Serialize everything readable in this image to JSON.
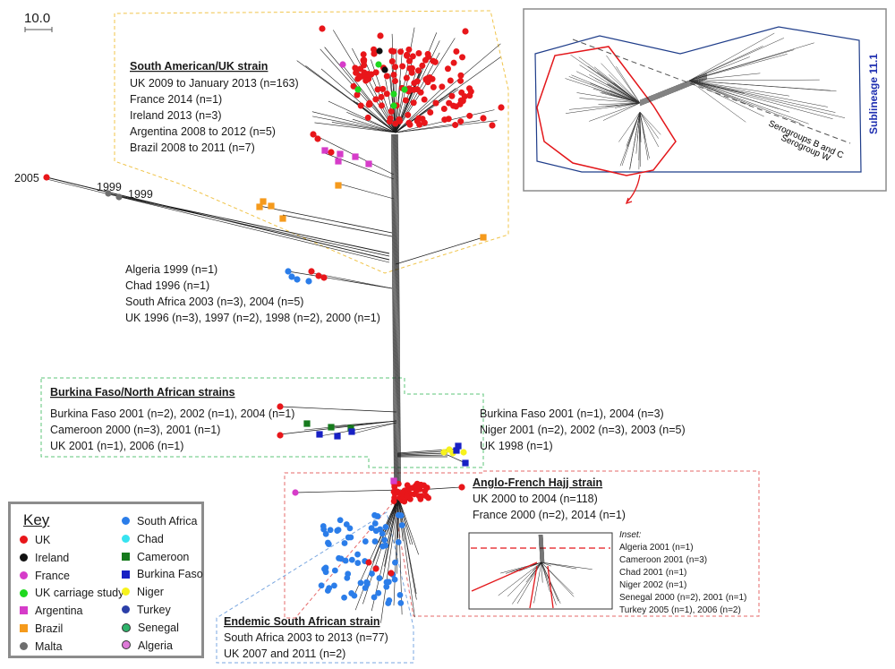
{
  "scale_bar": {
    "label": "10.0"
  },
  "labels": {
    "year_2005": "2005",
    "year_1999a": "1999",
    "year_1999b": "1999"
  },
  "clusters": {
    "south_american_uk": {
      "title": "South American/UK strain",
      "lines": [
        "UK 2009 to January 2013 (n=163)",
        "France 2014 (n=1)",
        "Ireland 2013 (n=3)",
        "Argentina 2008 to 2012 (n=5)",
        "Brazil 2008 to 2011 (n=7)"
      ]
    },
    "early_group": {
      "lines": [
        "Algeria 1999 (n=1)",
        "Chad 1996 (n=1)",
        "South Africa 2003 (n=3), 2004 (n=5)",
        "UK 1996 (n=3), 1997 (n=2), 1998 (n=2), 2000 (n=1)"
      ]
    },
    "burkina_north_african": {
      "title": "Burkina Faso/North African strains",
      "lines": [
        "Burkina Faso 2001 (n=2), 2002 (n=1), 2004 (n=1)",
        "Cameroon 2000 (n=3), 2001 (n=1)",
        "UK 2001 (n=1), 2006 (n=1)"
      ],
      "right_lines": [
        "Burkina Faso 2001 (n=1), 2004 (n=3)",
        "Niger 2001 (n=2), 2002 (n=3), 2003 (n=5)",
        "UK 1998 (n=1)"
      ]
    },
    "anglo_french_hajj": {
      "title": "Anglo-French Hajj strain",
      "lines": [
        "UK 2000 to 2004 (n=118)",
        "France 2000 (n=2), 2014 (n=1)"
      ]
    },
    "endemic_south_african": {
      "title": "Endemic South African strain",
      "lines": [
        "South Africa 2003 to 2013 (n=77)",
        "UK 2007 and 2011 (n=2)"
      ]
    }
  },
  "hajj_inset": {
    "title": "Inset:",
    "lines": [
      "Algeria 2001 (n=1)",
      "Cameroon 2001 (n=3)",
      "Chad 2001 (n=1)",
      "Niger 2002 (n=1)",
      "Senegal 2000 (n=2), 2001 (n=1)",
      "Turkey 2005 (n=1), 2006 (n=2)"
    ]
  },
  "top_inset": {
    "sublineage_label": "Sublineage 11.1",
    "serogroup_bc": "Serogroups B and C",
    "serogroup_w": "Serogroup W"
  },
  "key": {
    "title": "Key",
    "left": [
      {
        "label": "UK",
        "color": "#e8161a",
        "shape": "circle"
      },
      {
        "label": "Ireland",
        "color": "#111111",
        "shape": "circle"
      },
      {
        "label": "France",
        "color": "#d63cc9",
        "shape": "circle"
      },
      {
        "label": "UK carriage study",
        "color": "#1ed81e",
        "shape": "circle"
      },
      {
        "label": "Argentina",
        "color": "#d63cc9",
        "shape": "square"
      },
      {
        "label": "Brazil",
        "color": "#f59a1c",
        "shape": "square"
      },
      {
        "label": "Malta",
        "color": "#6e6e6e",
        "shape": "circle"
      }
    ],
    "right": [
      {
        "label": "South Africa",
        "color": "#2b7de9",
        "shape": "circle"
      },
      {
        "label": "Chad",
        "color": "#37e3f0",
        "shape": "circle"
      },
      {
        "label": "Cameroon",
        "color": "#167a1d",
        "shape": "square"
      },
      {
        "label": "Burkina Faso",
        "color": "#1720c4",
        "shape": "square"
      },
      {
        "label": "Niger",
        "color": "#f7f21c",
        "shape": "circle"
      },
      {
        "label": "Turkey",
        "color": "#2b3fa8",
        "shape": "circle"
      },
      {
        "label": "Senegal",
        "color": "#2fb36b",
        "shape": "circle"
      },
      {
        "label": "Algeria",
        "color": "#de7ad8",
        "shape": "circle"
      }
    ]
  },
  "colors": {
    "south_american_box": "#f0c44a",
    "burkina_box": "#5cc47a",
    "hajj_box": "#e66a6a",
    "endemic_box": "#7aa7e0",
    "inset_frame": "#8c8c8c",
    "inset_blue": "#1f3d8a",
    "inset_red": "#e3161a"
  }
}
